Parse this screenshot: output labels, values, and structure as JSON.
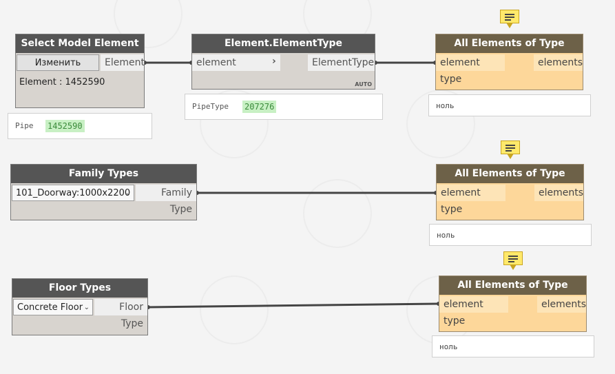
{
  "nodes": {
    "select_model_element": {
      "title": "Select Model Element",
      "button_label": "Изменить",
      "output_port": "Element",
      "value_text": "Element : 1452590",
      "preview": {
        "type": "Pipe",
        "value": "1452590"
      }
    },
    "element_type": {
      "title": "Element.ElementType",
      "input_port": "element",
      "output_port": "ElementType",
      "lacing": "AUTO",
      "preview": {
        "type": "PipeType",
        "value": "207276"
      }
    },
    "all_elements_1": {
      "title": "All Elements of Type",
      "input_port": "element type",
      "output_port": "elements",
      "preview": "ноль"
    },
    "family_types": {
      "title": "Family Types",
      "selected": "101_Doorway:1000x2200",
      "output_port": "Family Type"
    },
    "all_elements_2": {
      "title": "All Elements of Type",
      "input_port": "element type",
      "output_port": "elements",
      "preview": "ноль"
    },
    "floor_types": {
      "title": "Floor Types",
      "selected": "Concrete Floor",
      "output_port": "Floor Type"
    },
    "all_elements_3": {
      "title": "All Elements of Type",
      "input_port": "element type",
      "output_port": "elements",
      "preview": "ноль"
    }
  },
  "colors": {
    "node_header": "#555555",
    "warning_body": "#fdd79a",
    "warning_header": "#6d6148",
    "preview_value_bg": "#c8f0c4",
    "wire": "#444444"
  }
}
